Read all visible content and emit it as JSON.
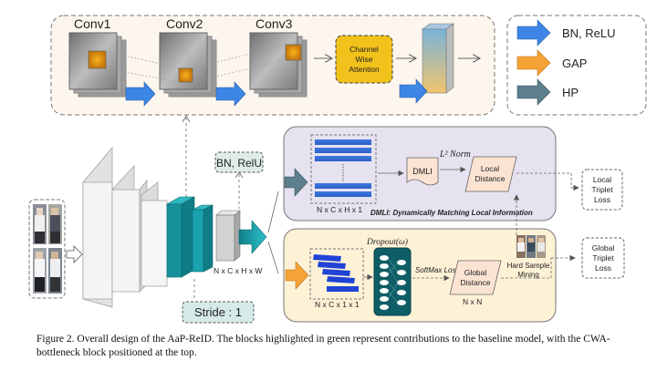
{
  "top_block": {
    "conv1": "Conv1",
    "conv2": "Conv2",
    "conv3": "Conv3",
    "cwa_line1": "Channel",
    "cwa_line2": "Wise",
    "cwa_line3": "Attention"
  },
  "legend": {
    "bn_relu": "BN, ReLU",
    "gap": "GAP",
    "hp": "HP"
  },
  "backbone": {
    "bn_relu_badge": "BN, RelU",
    "stride_badge": "Stride : 1",
    "feature_dims": "N x C x H x W"
  },
  "local_branch": {
    "tensor_dims": "N x C x H x 1",
    "dmli_box": "DMLI",
    "norm_label": "L² Norm",
    "distance_line1": "Local",
    "distance_line2": "Distance",
    "caption": "DMLI: Dynamically Matching Local Information",
    "loss_line1": "Local",
    "loss_line2": "Triplet",
    "loss_line3": "Loss"
  },
  "global_branch": {
    "dropout_label": "Dropout(ω)",
    "tensor_dims": "N x C x 1 x 1",
    "softmax_label": "SoftMax Loss",
    "distance_line1": "Global",
    "distance_line2": "Distance",
    "distance_dims": "N x N",
    "mining_line1": "Hard Sample",
    "mining_line2": "Mining",
    "loss_line1": "Global",
    "loss_line2": "Triplet",
    "loss_line3": "Loss"
  },
  "caption": {
    "text": "Figure 2. Overall design of the AaP-ReID. The blocks highlighted in green represent contributions to the baseline model, with the CWA-bottleneck block positioned at the top."
  },
  "colors": {
    "bn_relu_arrow": "#3d86e6",
    "gap_arrow": "#f5a336",
    "hp_arrow": "#5e7f8c",
    "cwa_fill": "#f1c21b",
    "top_panel_fill": "#fdf6ee",
    "local_panel_fill": "#e6e2ef",
    "global_panel_fill": "#fdf2d6",
    "teal": "#1aa2ae"
  }
}
